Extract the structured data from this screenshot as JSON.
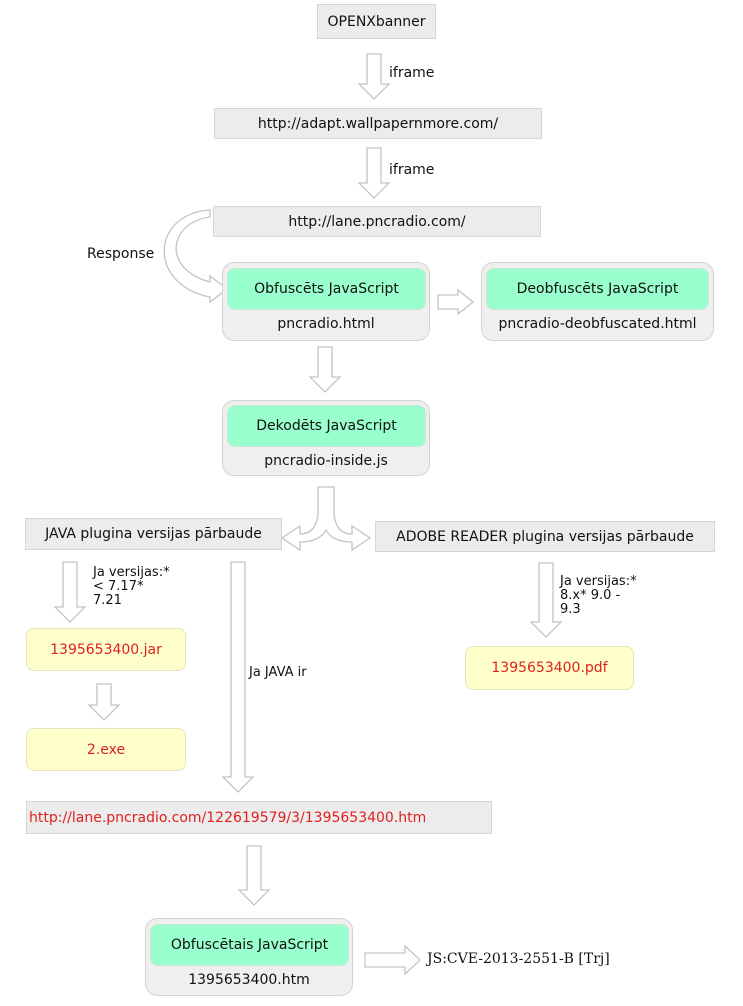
{
  "nodes": {
    "openx": "OPENXbanner",
    "adapt_url": "http://adapt.wallpapernmore.com/",
    "lane_url": "http://lane.pncradio.com/",
    "obf_js": "Obfuscēts JavaScript",
    "obf_file": "pncradio.html",
    "deobf_js": "Deobfuscēts JavaScript",
    "deobf_file": "pncradio-deobfuscated.html",
    "dec_js": "Dekodēts JavaScript",
    "dec_file": "pncradio-inside.js",
    "java_check": "JAVA plugina versijas pārbaude",
    "adobe_check": "ADOBE READER plugina versijas pārbaude",
    "jar_file": "1395653400.jar",
    "exe_file": "2.exe",
    "pdf_file": "1395653400.pdf",
    "htm_url": "http://lane.pncradio.com/122619579/3/1395653400.htm",
    "obf2_js": "Obfuscētais JavaScript",
    "htm_file": "1395653400.htm",
    "detection": "JS:CVE-2013-2551-B [Trj]"
  },
  "labels": {
    "iframe1": "iframe",
    "iframe2": "iframe",
    "response": "Response",
    "java_ver_1": "Ja versijas:*",
    "java_ver_2": "< 7.17*",
    "java_ver_3": "7.21",
    "adobe_ver_1": "Ja versijas:*",
    "adobe_ver_2": "8.x* 9.0 -",
    "adobe_ver_3": "9.3",
    "ja_java": "Ja JAVA ir"
  },
  "colors": {
    "green_fill": "#99ffcc",
    "yellow_fill": "#ffffcc",
    "gray_fill": "#ececec",
    "red_text": "#e02020"
  }
}
